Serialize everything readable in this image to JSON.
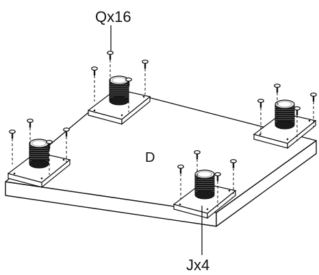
{
  "labels": {
    "screws": "Qx16",
    "plate": "D",
    "feet": "Jx4"
  },
  "colors": {
    "stroke": "#111111",
    "fill": "#ffffff",
    "foot": "#1a1a1a"
  },
  "icons": {
    "screw": "screw-icon",
    "foot": "threaded-foot-icon"
  }
}
